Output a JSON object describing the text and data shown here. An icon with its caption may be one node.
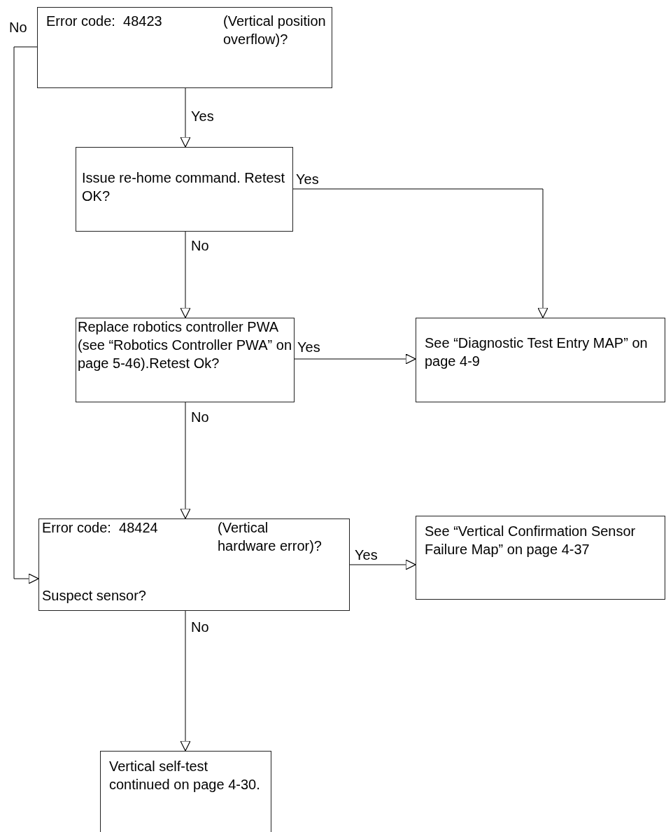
{
  "diagram": {
    "nodes": [
      {
        "text": [
          "Error code:  48423",
          "(Vertical position overflow)?"
        ]
      },
      {
        "text": [
          "Issue re-home command. Retest OK?"
        ]
      },
      {
        "text": [
          "Replace robotics controller PWA (see “Robotics Controller PWA” on page 5-46).Retest Ok?"
        ]
      },
      {
        "text": [
          "See “Diagnostic Test Entry MAP” on page 4-9"
        ]
      },
      {
        "text": [
          "Error code:  48424",
          "(Vertical hardware error)?",
          "Suspect sensor?"
        ]
      },
      {
        "text": [
          "See “Vertical Confirmation Sensor Failure Map” on page 4-37"
        ]
      },
      {
        "text": [
          "Vertical self-test continued on page 4-30."
        ]
      }
    ],
    "edges": [
      {
        "from": 0,
        "to": 1,
        "arrow": "to",
        "label": "Yes"
      },
      {
        "from": 1,
        "to": 3,
        "arrow": "to",
        "label": "Yes"
      },
      {
        "from": 1,
        "to": 2,
        "arrow": "to",
        "label": "No"
      },
      {
        "from": 2,
        "to": 3,
        "arrow": "to",
        "label": "Yes"
      },
      {
        "from": 2,
        "to": 4,
        "arrow": "to",
        "label": "No"
      },
      {
        "from": 0,
        "to": 4,
        "arrow": "to",
        "label": "No"
      },
      {
        "from": 4,
        "to": 5,
        "arrow": "to",
        "label": "Yes"
      },
      {
        "from": 4,
        "to": 6,
        "arrow": "to",
        "label": "No"
      }
    ]
  }
}
